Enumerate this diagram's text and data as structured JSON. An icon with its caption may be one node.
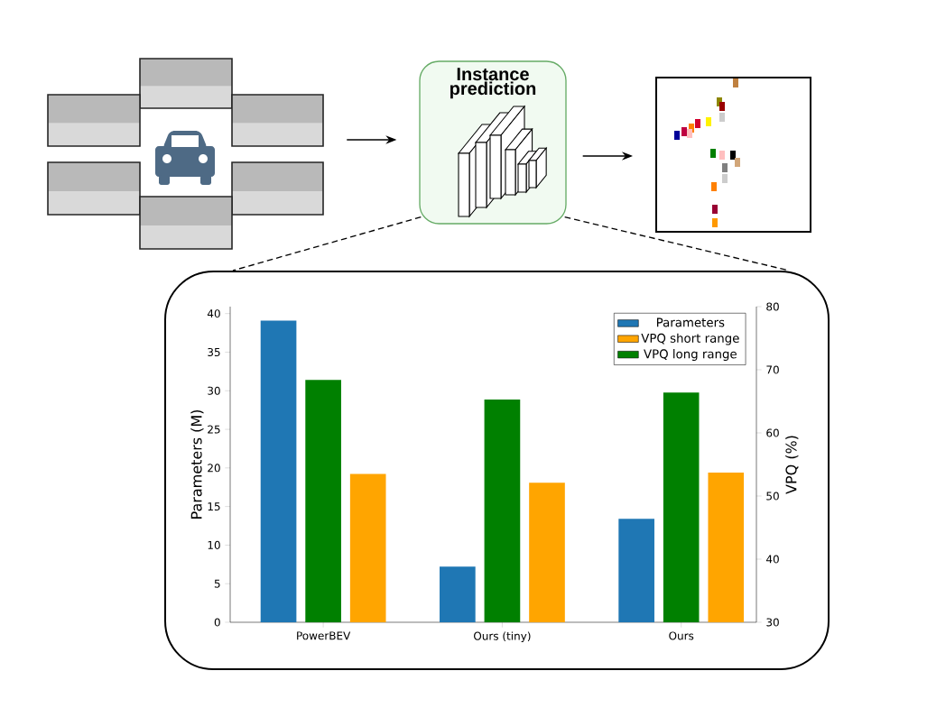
{
  "diagram": {
    "nodes": [
      {
        "text": [],
        "shape": "picture"
      },
      {
        "text": [
          "Instance prediction"
        ]
      },
      {
        "text": [],
        "shape": "picture"
      },
      {
        "text": [],
        "shape": "box"
      }
    ],
    "edges": [
      {
        "from": 0,
        "to": 1,
        "arrow": "to"
      },
      {
        "from": 1,
        "to": 2,
        "arrow": "to"
      },
      {
        "from": 1,
        "to": 3,
        "arrow": "none",
        "style": "dashed"
      },
      {
        "from": 1,
        "to": 3,
        "arrow": "none",
        "style": "dashed"
      }
    ],
    "chart_data": {
      "type": "bar",
      "ylabel": "Parameters (M)",
      "y2label": "VPQ (%)",
      "categories": [
        "PowerBEV",
        "Ours (tiny)",
        "Ours"
      ],
      "series": [
        {
          "name": "Parameters",
          "color": "#1f77b4",
          "values": [
            39.1,
            7.2,
            13.4
          ]
        },
        {
          "name": "VPQ short range",
          "color": "#ffa500",
          "axis": "y2",
          "values": [
            53.5,
            52.1,
            53.7
          ]
        },
        {
          "name": "VPQ long range",
          "color": "#008000",
          "axis": "y2",
          "values": [
            68.4,
            65.3,
            66.4
          ]
        }
      ],
      "legend": "upper right",
      "ylim": [
        0,
        40.9
      ],
      "y2lim": [
        30,
        80
      ],
      "yticks": [
        0,
        5,
        10,
        15,
        20,
        25,
        30,
        35,
        40
      ],
      "y2ticks": [
        30,
        40,
        50,
        60,
        70,
        80
      ]
    }
  }
}
